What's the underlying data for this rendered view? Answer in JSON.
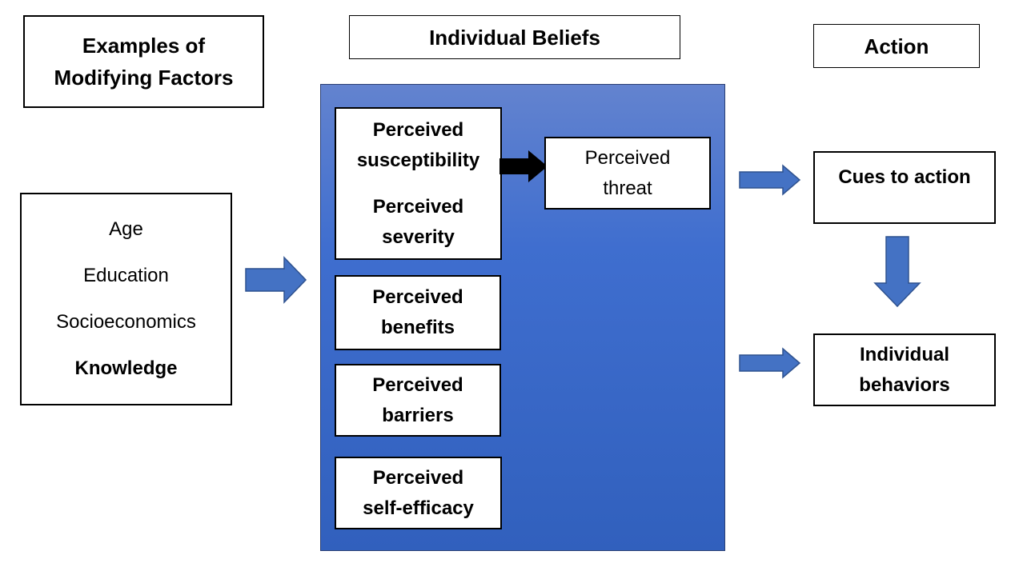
{
  "headers": {
    "modifying_factors": [
      "Examples of",
      "Modifying Factors"
    ],
    "individual_beliefs": "Individual Beliefs",
    "action": "Action"
  },
  "modifying_factors": {
    "items": [
      "Age",
      "Education",
      "Socioeconomics"
    ],
    "bold_item": "Knowledge"
  },
  "beliefs": {
    "susceptibility": [
      "Perceived",
      "susceptibility"
    ],
    "severity": [
      "Perceived",
      "severity"
    ],
    "benefits": [
      "Perceived",
      "benefits"
    ],
    "barriers": [
      "Perceived",
      "barriers"
    ],
    "self_efficacy": [
      "Perceived",
      "self-efficacy"
    ]
  },
  "threat": [
    "Perceived",
    "threat"
  ],
  "action": {
    "cues": "Cues to action",
    "behaviors": [
      "Individual",
      "behaviors"
    ]
  },
  "colors": {
    "arrow_blue": "#4472c4",
    "panel_top": "#6383cf",
    "panel_bottom": "#3160bd",
    "black_arrow": "#000000"
  }
}
